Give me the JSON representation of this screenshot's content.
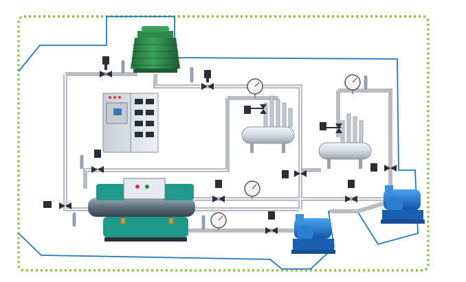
{
  "diagram": {
    "type": "chiller-plant-piping-schematic",
    "colors": {
      "boundary_dashed": "#8cc43c",
      "control_boundary": "#1a7bc4",
      "pipe": "#b9bcc2",
      "tower": "#2e8a4a",
      "pump": "#1e73c8",
      "chiller_shell": "#5d6f7a",
      "chiller_base": "#1f9a8a",
      "cabinet": "#dde1e8",
      "vessel": "#d7dde3",
      "valve_actuator": "#2a2f36"
    },
    "components": [
      {
        "name": "cooling-tower",
        "icon": "cooling-tower-icon"
      },
      {
        "name": "control-cabinet",
        "icon": "electrical-cabinet-icon"
      },
      {
        "name": "water-cooled-chiller",
        "icon": "screw-chiller-icon"
      },
      {
        "name": "distribution-header-1",
        "icon": "header-vessel-icon"
      },
      {
        "name": "distribution-header-2",
        "icon": "header-vessel-icon"
      },
      {
        "name": "pump-1",
        "icon": "centrifugal-pump-icon"
      },
      {
        "name": "pump-2",
        "icon": "centrifugal-pump-icon"
      }
    ],
    "instruments": {
      "pressure_gauges": 4,
      "control_valves": 10,
      "temperature_sensors": 6
    }
  }
}
